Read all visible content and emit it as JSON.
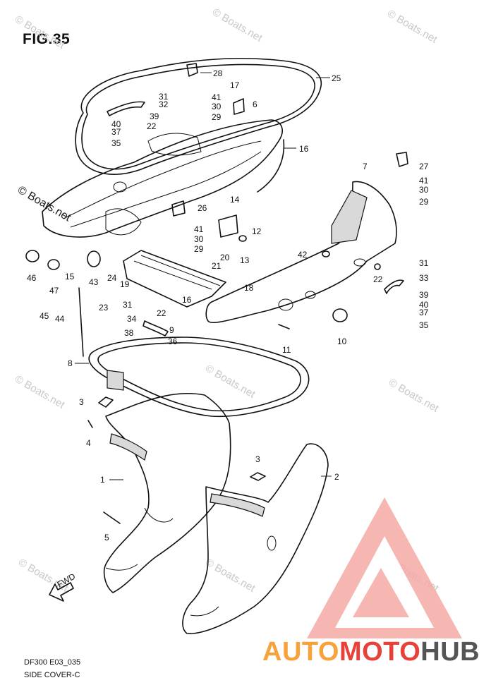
{
  "figure": {
    "title": "FIG.35"
  },
  "footer": {
    "model_code": "DF300 E03_035",
    "section": "SIDE COVER-C"
  },
  "brand": {
    "part1": "AUTO",
    "part2": "MOTO",
    "part3": "HUB",
    "color_orange": "#f7a23a",
    "color_red": "#e8413a",
    "color_gray": "#555555"
  },
  "watermark": {
    "text": "© Boats.net",
    "color": "#c8c8c8"
  },
  "callouts": {
    "c1": "1",
    "c2": "2",
    "c3a": "3",
    "c3b": "3",
    "c4": "4",
    "c5": "5",
    "c6": "6",
    "c7": "7",
    "c8": "8",
    "c9": "9",
    "c10": "10",
    "c11": "11",
    "c12": "12",
    "c13": "13",
    "c14": "14",
    "c15": "15",
    "c16a": "16",
    "c16b": "16",
    "c17": "17",
    "c18": "18",
    "c19": "19",
    "c20": "20",
    "c21": "21",
    "c22a": "22",
    "c22b": "22",
    "c22c": "22",
    "c23": "23",
    "c24": "24",
    "c25": "25",
    "c26": "26",
    "c27": "27",
    "c28": "28",
    "c29a": "29",
    "c29b": "29",
    "c29c": "29",
    "c30a": "30",
    "c30b": "30",
    "c30c": "30",
    "c31a": "31",
    "c31b": "31",
    "c31c": "31",
    "c32": "32",
    "c33": "33",
    "c34": "34",
    "c35a": "35",
    "c35b": "35",
    "c36": "36",
    "c37a": "37",
    "c37b": "37",
    "c38": "38",
    "c39a": "39",
    "c39b": "39",
    "c40a": "40",
    "c40b": "40",
    "c41a": "41",
    "c41b": "41",
    "c41c": "41",
    "c42": "42",
    "c43": "43",
    "c44": "44",
    "c45": "45",
    "c46": "46",
    "c47": "47"
  },
  "fwd_label": "FWD"
}
